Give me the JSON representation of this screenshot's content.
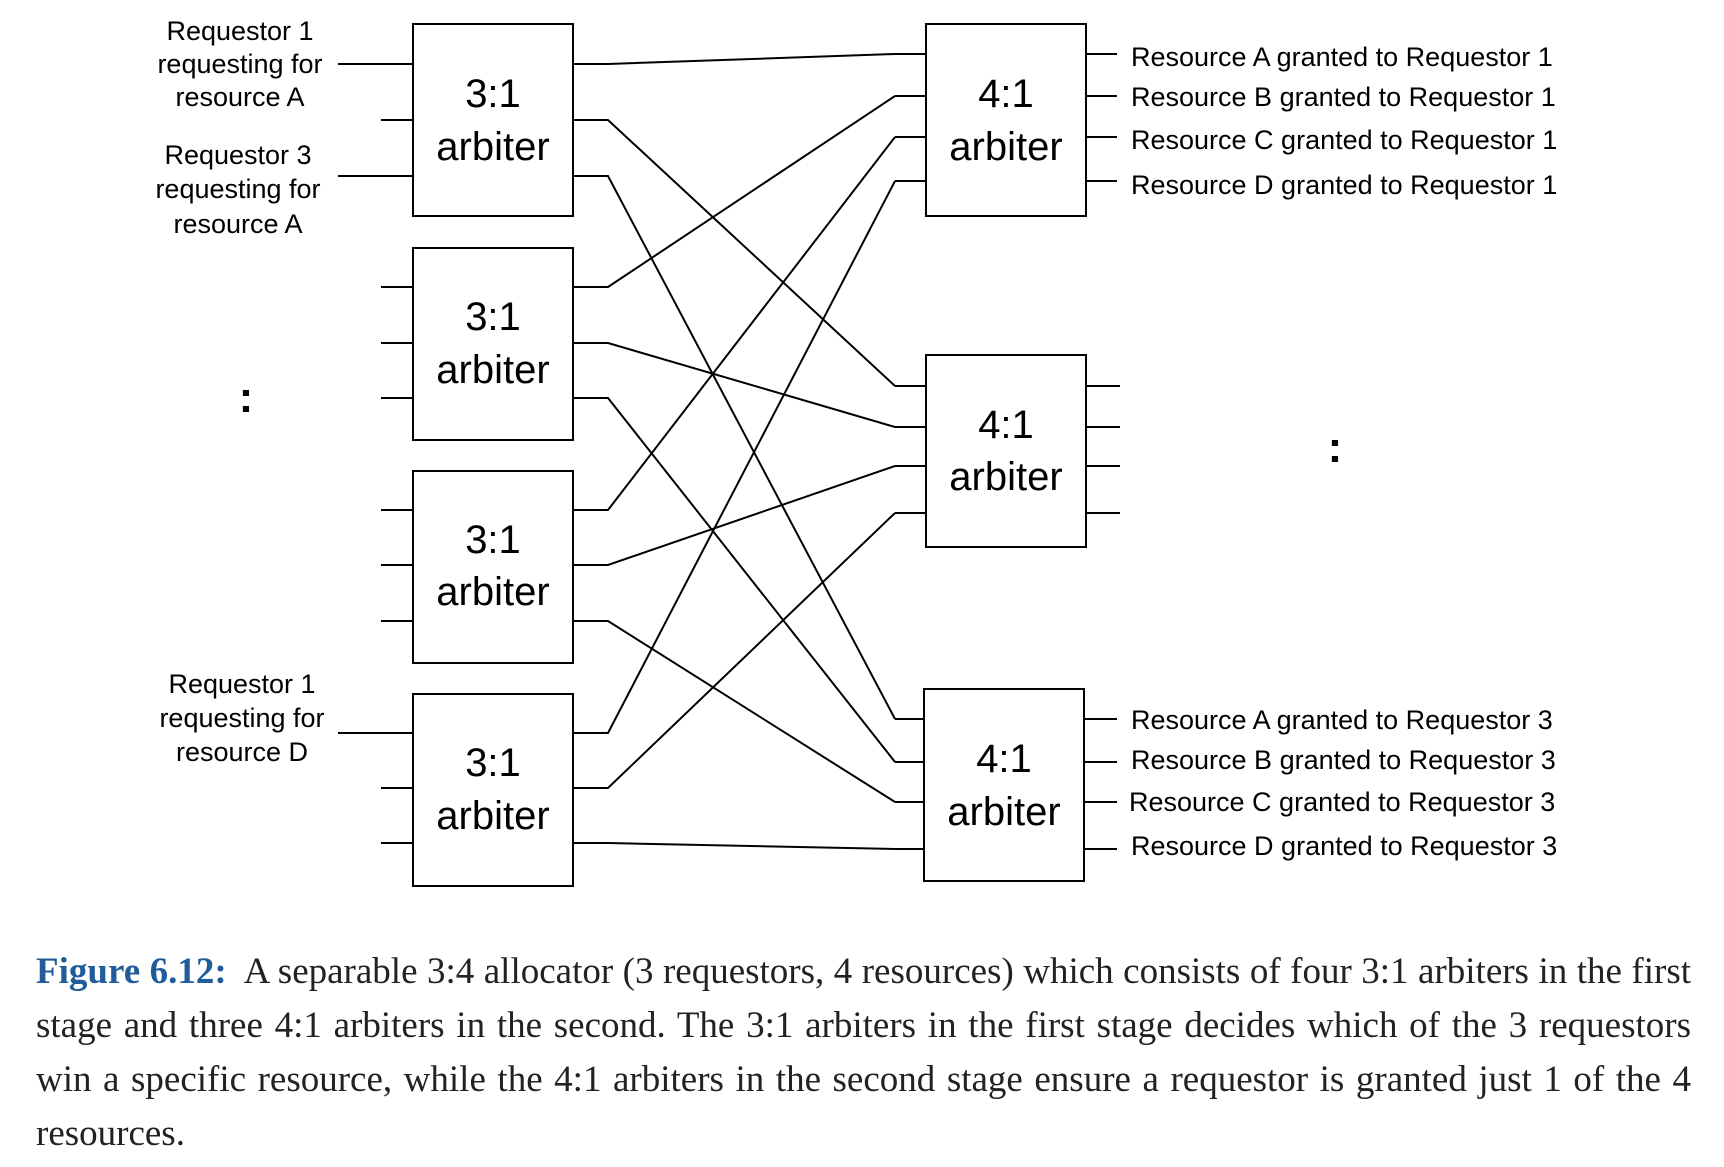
{
  "diagram": {
    "stage1_arbiters": [
      {
        "line1": "3:1",
        "line2": "arbiter"
      },
      {
        "line1": "3:1",
        "line2": "arbiter"
      },
      {
        "line1": "3:1",
        "line2": "arbiter"
      },
      {
        "line1": "3:1",
        "line2": "arbiter"
      }
    ],
    "stage2_arbiters": [
      {
        "line1": "4:1",
        "line2": "arbiter"
      },
      {
        "line1": "4:1",
        "line2": "arbiter"
      },
      {
        "line1": "4:1",
        "line2": "arbiter"
      }
    ],
    "input_labels": [
      {
        "lines": [
          "Requestor 1",
          "requesting for",
          "resource A"
        ]
      },
      {
        "lines": [
          "Requestor 3",
          "requesting for",
          "resource A"
        ]
      },
      {
        "lines": [
          "Requestor 1",
          "requesting for",
          "resource D"
        ]
      }
    ],
    "output_labels_top": [
      "Resource A granted to Requestor 1",
      "Resource B granted to Requestor 1",
      "Resource C granted to Requestor 1",
      "Resource D granted to Requestor 1"
    ],
    "output_labels_bottom": [
      "Resource A granted to Requestor 3",
      "Resource B granted to Requestor 3",
      "Resource C granted to Requestor 3",
      "Resource D granted to Requestor 3"
    ],
    "ellipsis_left": ":",
    "ellipsis_right": ":"
  },
  "caption": {
    "label": "Figure 6.12:",
    "text": "A separable 3:4 allocator (3 requestors, 4 resources) which consists of four 3:1 arbiters in the first stage and three 4:1 arbiters in the second. The 3:1 arbiters in the first stage decides which of the 3 requestors win a specific resource, while the 4:1 arbiters in the second stage ensure a requestor is granted just 1 of the 4 resources."
  }
}
